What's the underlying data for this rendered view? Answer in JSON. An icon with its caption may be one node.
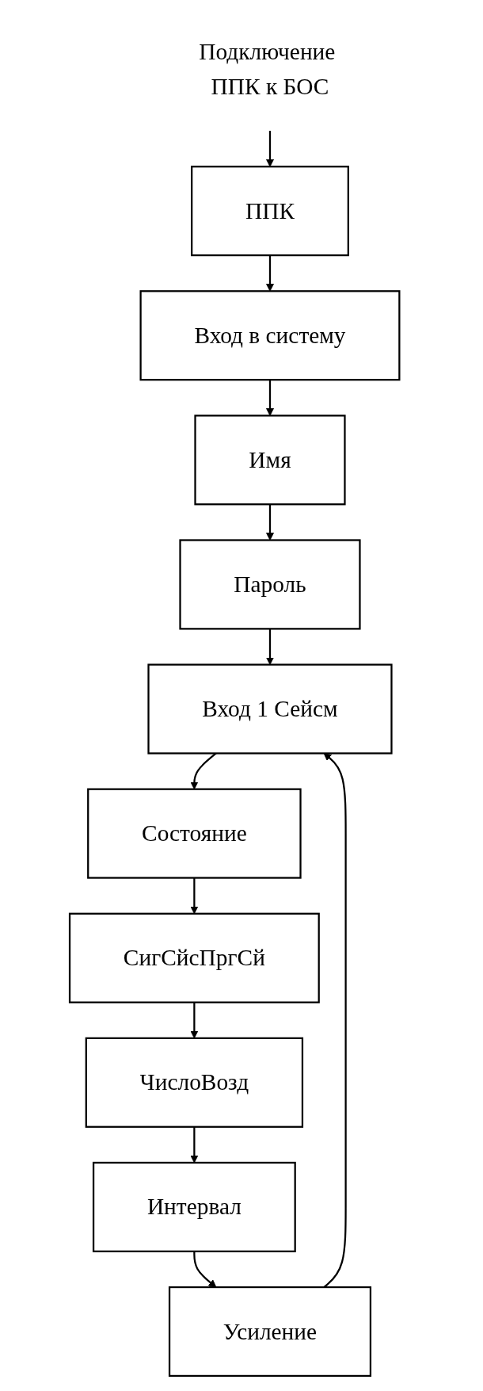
{
  "diagram": {
    "nodes": [
      {
        "text": [
          "Подключение ППК к БОС"
        ]
      },
      {
        "text": [
          "ППК"
        ]
      },
      {
        "text": [
          "Вход в систему"
        ]
      },
      {
        "text": [
          "Имя"
        ]
      },
      {
        "text": [
          "Пароль"
        ]
      },
      {
        "text": [
          "Вход 1 Сейсм"
        ]
      },
      {
        "text": [
          "Состояние"
        ]
      },
      {
        "text": [
          "СигСйсПргСй"
        ]
      },
      {
        "text": [
          "ЧислоВозд"
        ]
      },
      {
        "text": [
          "Интервал"
        ]
      },
      {
        "text": [
          "Усиление"
        ]
      }
    ],
    "edges": [
      {
        "from": 0,
        "to": 1,
        "arrow": "to"
      },
      {
        "from": 1,
        "to": 2,
        "arrow": "to"
      },
      {
        "from": 2,
        "to": 3,
        "arrow": "to"
      },
      {
        "from": 3,
        "to": 4,
        "arrow": "to"
      },
      {
        "from": 4,
        "to": 5,
        "arrow": "to"
      },
      {
        "from": 5,
        "to": 6,
        "arrow": "to"
      },
      {
        "from": 6,
        "to": 7,
        "arrow": "to"
      },
      {
        "from": 7,
        "to": 8,
        "arrow": "to"
      },
      {
        "from": 8,
        "to": 9,
        "arrow": "to"
      },
      {
        "from": 9,
        "to": 10,
        "arrow": "to"
      },
      {
        "from": 10,
        "to": 5,
        "arrow": "to"
      }
    ]
  }
}
